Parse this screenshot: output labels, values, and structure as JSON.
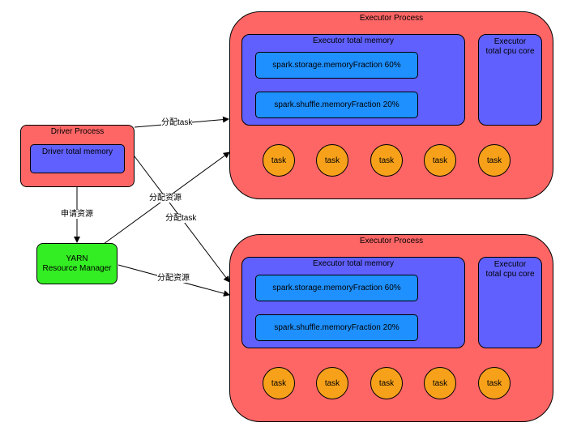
{
  "executors": [
    {
      "title": "Executor Process",
      "memory_title": "Executor total memory",
      "storage_label": "spark.storage.memoryFraction 60%",
      "shuffle_label": "spark.shuffle.memoryFraction 20%",
      "core_label_line1": "Executor",
      "core_label_line2": "total cpu core",
      "tasks": [
        "task",
        "task",
        "task",
        "task",
        "task"
      ]
    },
    {
      "title": "Executor Process",
      "memory_title": "Executor total memory",
      "storage_label": "spark.storage.memoryFraction 60%",
      "shuffle_label": "spark.shuffle.memoryFraction 20%",
      "core_label_line1": "Executor",
      "core_label_line2": "total cpu core",
      "tasks": [
        "task",
        "task",
        "task",
        "task",
        "task"
      ]
    }
  ],
  "driver": {
    "title": "Driver Process",
    "memory_title": "Driver total memory"
  },
  "yarn": {
    "line1": "YARN",
    "line2": "Resource Manager"
  },
  "edges": {
    "driver_to_exec1": "分配task",
    "driver_to_exec2": "分配task",
    "yarn_to_exec1": "分配资源",
    "yarn_to_exec2": "分配资源",
    "driver_to_yarn": "申请资源"
  }
}
